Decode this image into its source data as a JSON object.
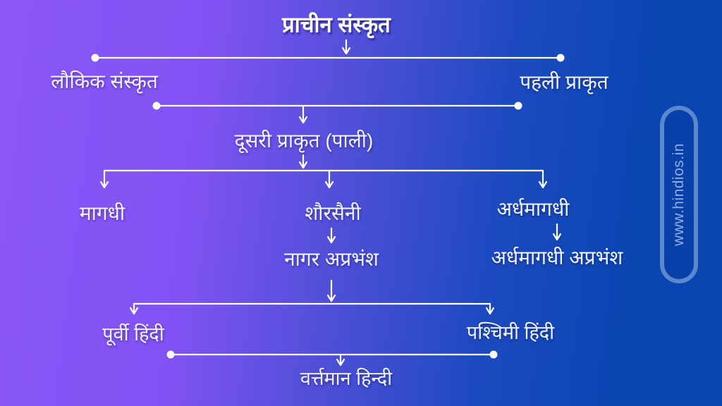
{
  "diagram": {
    "title": "प्राचीन संस्कृत",
    "nodes": {
      "laukik_sanskrit": "लौकिक संस्कृत",
      "pahli_prakrit": "पहली प्राकृत",
      "dusri_prakrit_pali": "दूसरी प्राकृत (पाली)",
      "magadhi": "मागधी",
      "shaurseni": "शौरसैनी",
      "ardhmagadhi": "अर्धमागधी",
      "nagar_apbhransh": "नागर अप्रभंश",
      "ardhmagadhi_apbhransh": "अर्धमागधी अप्रभंश",
      "purvi_hindi": "पूर्वी हिंदी",
      "pashchimi_hindi": "पश्चिमी हिंदी",
      "vartaman_hindi": "वर्त्तमान हिन्दी"
    },
    "edges": [
      {
        "from": "प्राचीन संस्कृत",
        "to": "लौकिक संस्कृत"
      },
      {
        "from": "प्राचीन संस्कृत",
        "to": "पहली प्राकृत"
      },
      {
        "from": "लौकिक संस्कृत / पहली प्राकृत",
        "to": "दूसरी प्राकृत (पाली)"
      },
      {
        "from": "दूसरी प्राकृत (पाली)",
        "to": "मागधी"
      },
      {
        "from": "दूसरी प्राकृत (पाली)",
        "to": "शौरसैनी"
      },
      {
        "from": "दूसरी प्राकृत (पाली)",
        "to": "अर्धमागधी"
      },
      {
        "from": "शौरसैनी",
        "to": "नागर अप्रभंश"
      },
      {
        "from": "अर्धमागधी",
        "to": "अर्धमागधी अप्रभंश"
      },
      {
        "from": "नागर अप्रभंश",
        "to": "पूर्वी हिंदी"
      },
      {
        "from": "नागर अप्रभंश",
        "to": "पश्चिमी हिंदी"
      },
      {
        "from": "पूर्वी हिंदी / पश्चिमी हिंदी",
        "to": "वर्त्तमान हिन्दी"
      }
    ],
    "watermark": "www.hindios.in",
    "colors": {
      "background_left": "#8a57f8",
      "background_right": "#0a46b2",
      "line": "#ffffff",
      "text": "#f3f2ff",
      "watermark_text": "#8fb1e4",
      "watermark_border": "#a0c1ee"
    }
  }
}
